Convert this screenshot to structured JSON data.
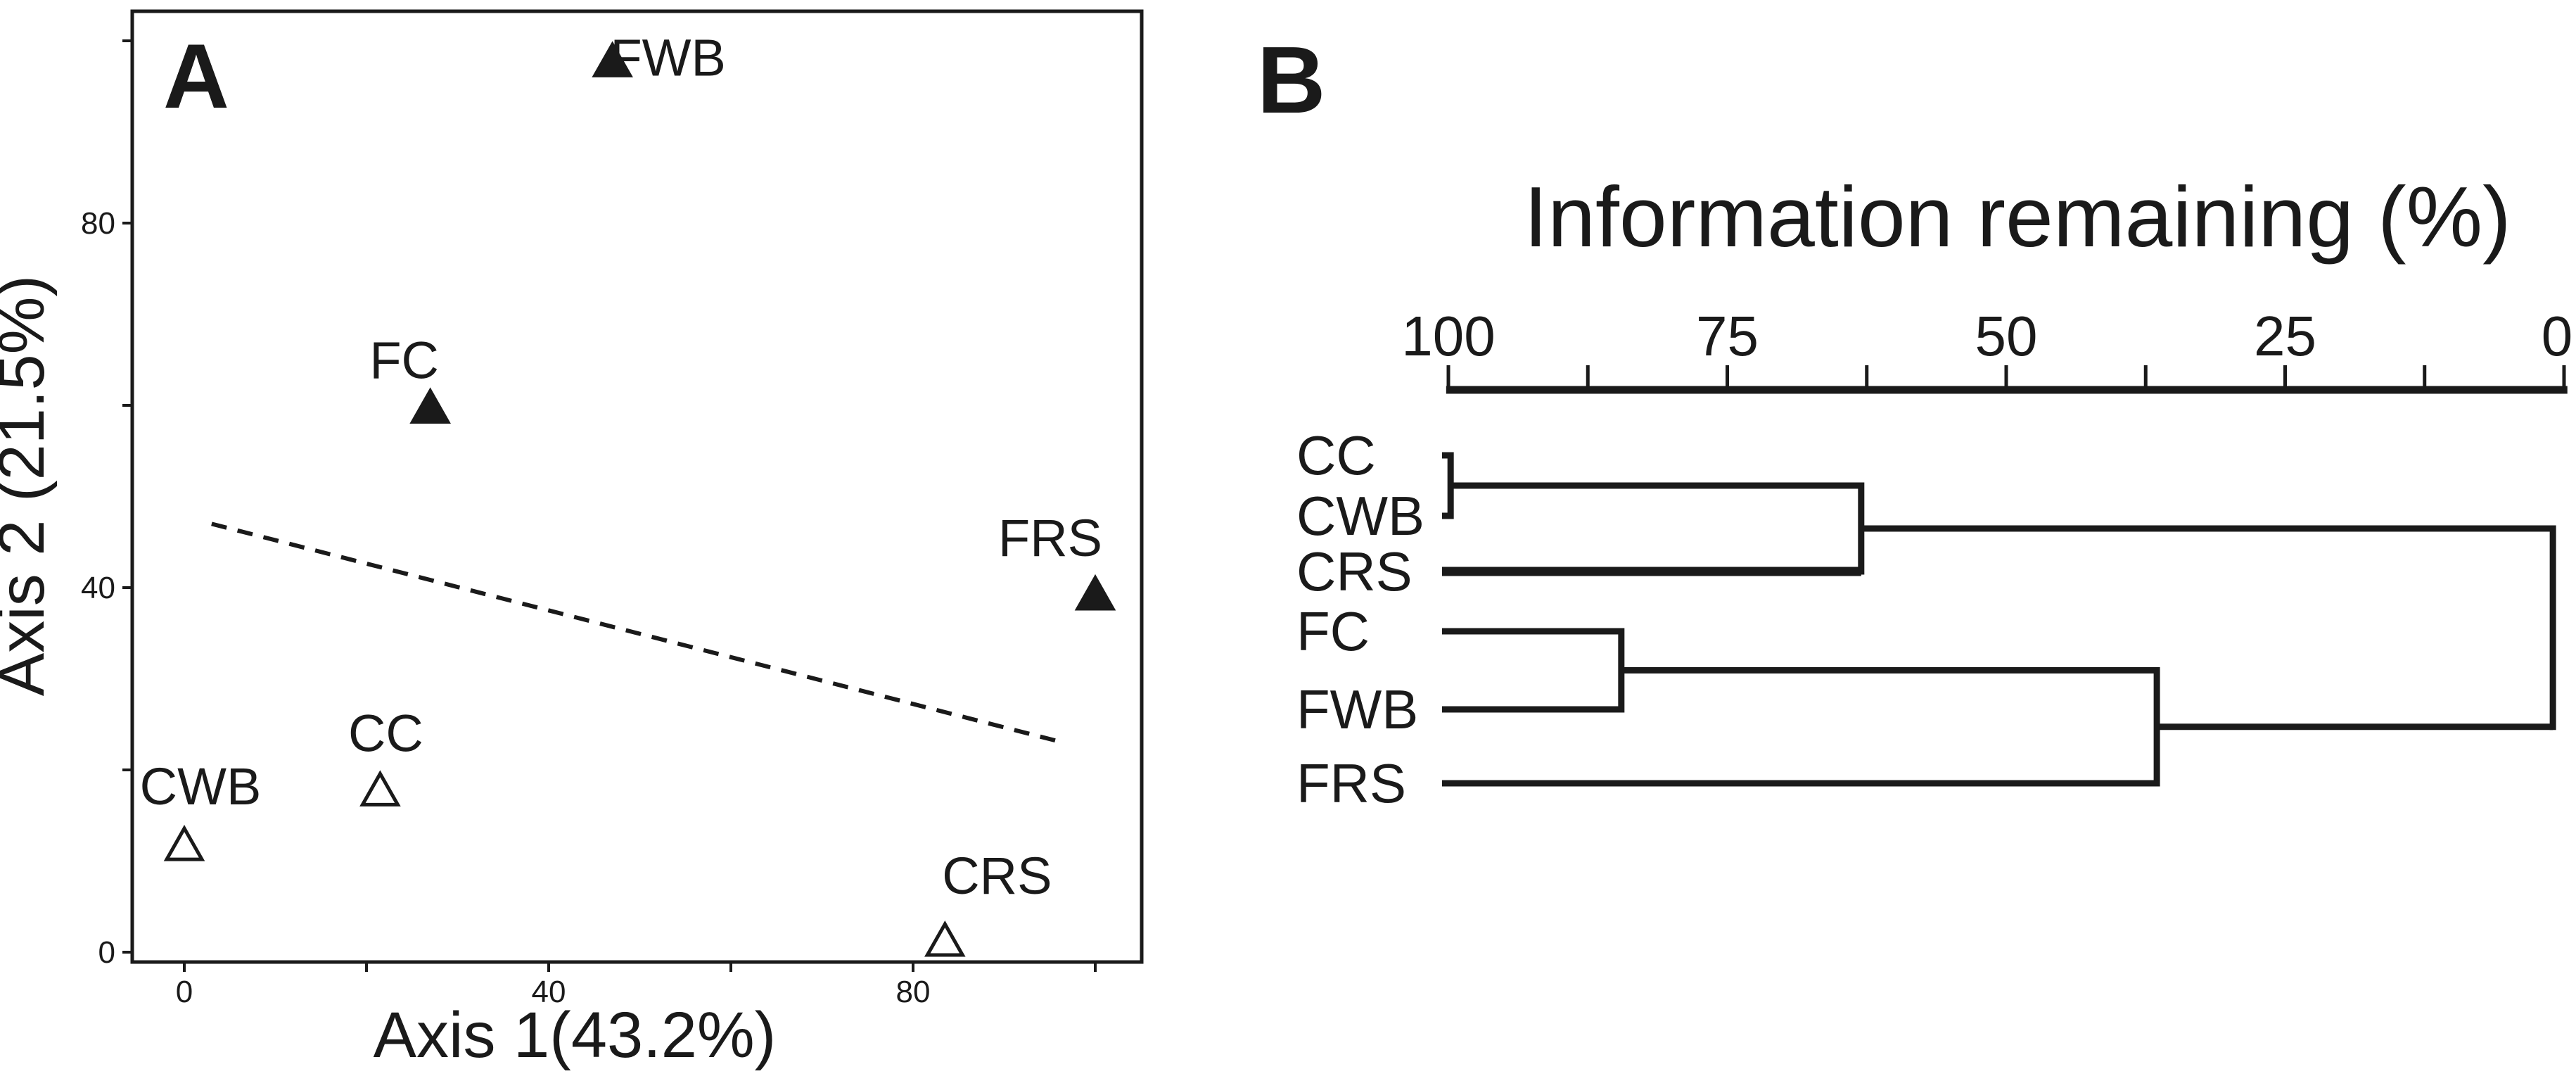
{
  "colors": {
    "ink": "#1a1a1a",
    "background": "#ffffff"
  },
  "chart_data": [
    {
      "type": "scatter",
      "panel_label": "A",
      "xlabel": "Axis 1(43.2%)",
      "ylabel": "Axis 2 (21.5%)",
      "xlim": [
        -6,
        105
      ],
      "ylim": [
        -1,
        103
      ],
      "grid": false,
      "xticks": {
        "labeled": [
          0,
          40,
          80
        ],
        "minor": [
          20,
          60,
          100
        ]
      },
      "yticks": {
        "labeled": [
          0,
          40,
          80
        ],
        "minor": [
          20,
          60,
          100
        ]
      },
      "series": [
        {
          "name": "filled-triangles",
          "marker": "triangle-filled",
          "points": [
            {
              "label": "FC",
              "x": 27,
              "y": 59.5
            },
            {
              "label": "FWB",
              "x": 47,
              "y": 97.5
            },
            {
              "label": "FRS",
              "x": 100,
              "y": 39
            }
          ]
        },
        {
          "name": "open-triangles",
          "marker": "triangle-open",
          "points": [
            {
              "label": "CWB",
              "x": 0,
              "y": 11.5
            },
            {
              "label": "CC",
              "x": 21.5,
              "y": 17.5
            },
            {
              "label": "CRS",
              "x": 83.5,
              "y": 1
            }
          ]
        }
      ],
      "trend_line": {
        "style": "dashed",
        "x1": 3,
        "y1": 47,
        "x2": 96.5,
        "y2": 23
      }
    },
    {
      "type": "dendrogram",
      "panel_label": "B",
      "title": "Information remaining (%)",
      "axis": {
        "min": 0,
        "max": 100,
        "direction": "right-to-left",
        "labeled": [
          100,
          75,
          50,
          25,
          0
        ],
        "minor": [
          87.5,
          62.5,
          37.5,
          12.5
        ]
      },
      "leaves": [
        "CC",
        "CWB",
        "CRS",
        "FC",
        "FWB",
        "FRS"
      ],
      "merges": [
        {
          "members": [
            "CC",
            "CWB"
          ],
          "at": 99.8
        },
        {
          "members": [
            "CC+CWB",
            "CRS"
          ],
          "at": 63
        },
        {
          "members": [
            "FC",
            "FWB"
          ],
          "at": 84.5
        },
        {
          "members": [
            "FC+FWB",
            "FRS"
          ],
          "at": 36.5
        },
        {
          "members": [
            "C-cluster",
            "F-cluster"
          ],
          "at": 1
        }
      ]
    }
  ]
}
